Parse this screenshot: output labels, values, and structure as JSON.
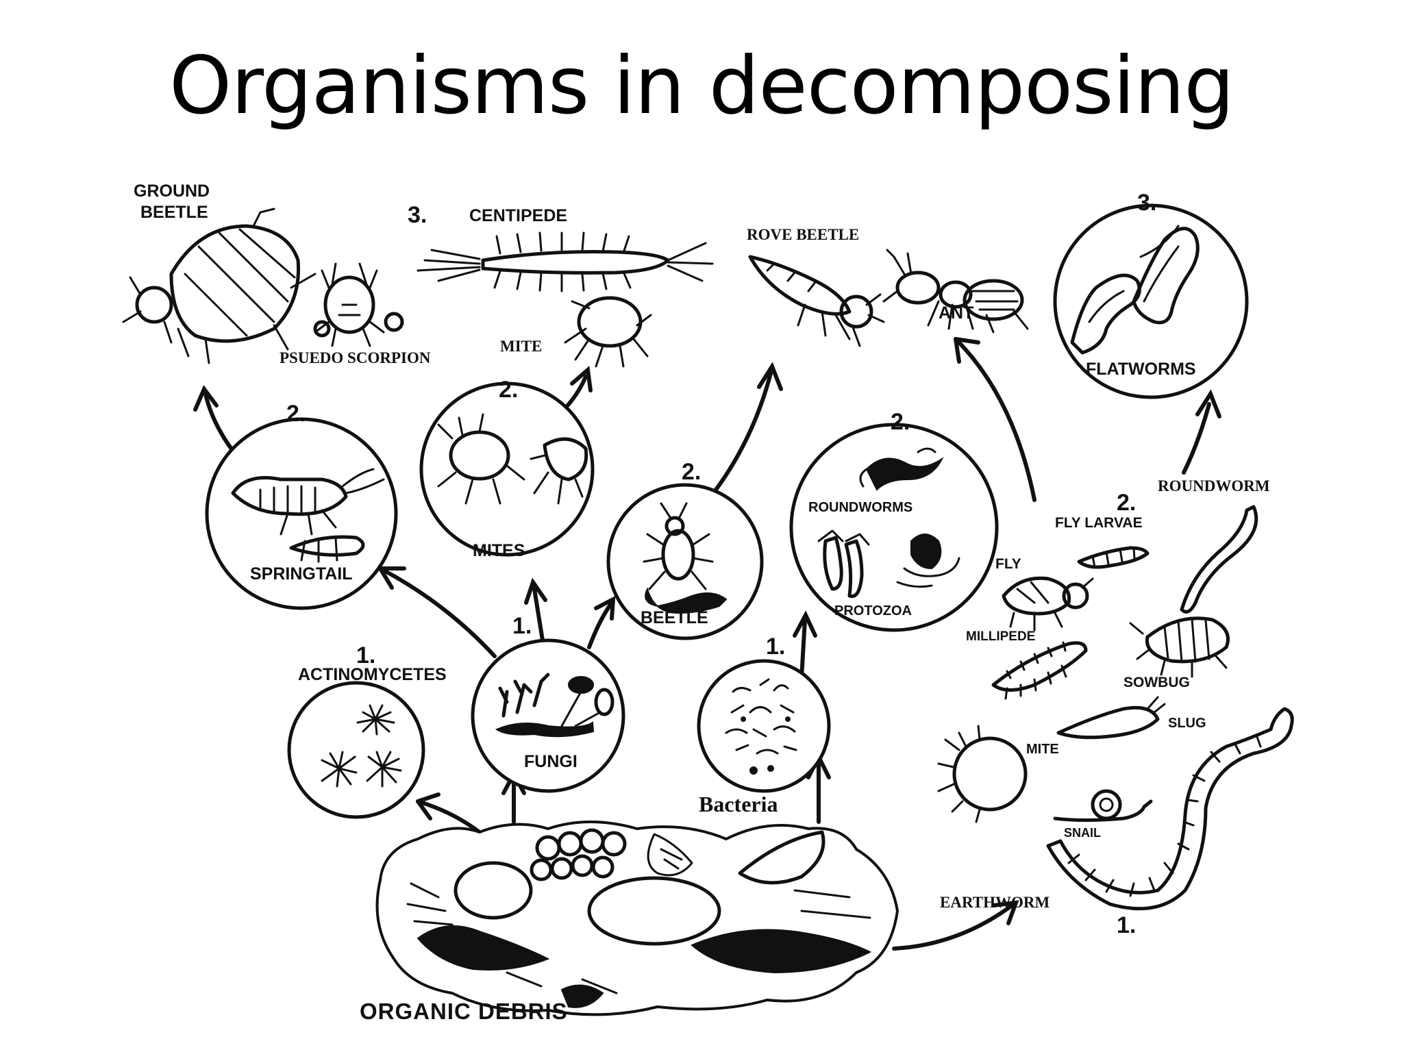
{
  "title": "Organisms in decomposing",
  "labels": {
    "ground_beetle_1": "GROUND",
    "ground_beetle_2": "BEETLE",
    "pseudo_scorpion": "PSUEDO SCORPION",
    "centipede": "CENTIPEDE",
    "mite_top": "MITE",
    "rove_beetle": "ROVE BEETLE",
    "ant": "ANT",
    "flatworms": "FLATWORMS",
    "springtail": "SPRINGTAIL",
    "mites": "MITES",
    "beetle": "BEETLE",
    "roundworms": "ROUNDWORMS",
    "protozoa": "PROTOZOA",
    "fly_larvae": "FLY LARVAE",
    "fly": "FLY",
    "millipede": "MILLIPEDE",
    "roundworm": "ROUNDWORM",
    "sowbug": "SOWBUG",
    "slug": "SLUG",
    "mite_right": "MITE",
    "snail": "SNAIL",
    "earthworm": "EARTHWORM",
    "actinomycetes": "ACTINOMYCETES",
    "fungi": "FUNGI",
    "bacteria": "Bacteria",
    "organic_debris": "ORGANIC DEBRIS"
  },
  "levels": {
    "level_3_left": "3.",
    "level_3_right": "3.",
    "level_2_springtail": "2.",
    "level_2_mites": "2.",
    "level_2_beetle": "2.",
    "level_2_protozoa": "2.",
    "level_2_fly": "2.",
    "level_1_actino": "1.",
    "level_1_fungi": "1.",
    "level_1_bacteria": "1.",
    "level_1_earthworm": "1."
  }
}
